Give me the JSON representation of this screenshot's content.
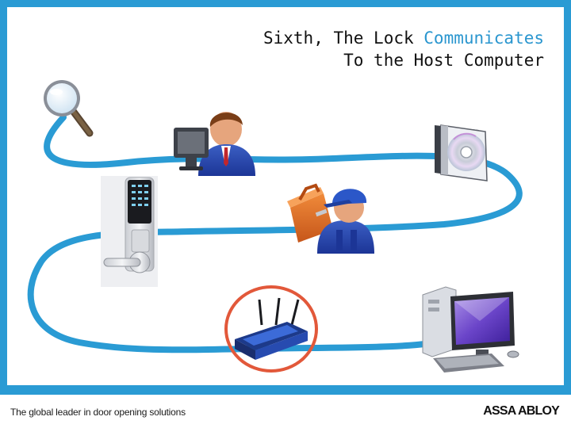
{
  "slide": {
    "title_prefix": "Sixth, The Lock ",
    "title_highlight": "Communicates",
    "title_line2": "To the Host Computer",
    "highlight_color": "#2a96cf",
    "path_color": "#2a9bd4",
    "frame_color": "#2a9bd4",
    "circle_color": "#e2583a"
  },
  "footer": {
    "tagline": "The global leader in door opening solutions",
    "brand": "ASSA ABLOY"
  },
  "icons": [
    "magnifier-icon",
    "office-user-icon",
    "software-cd-icon",
    "door-lock-icon",
    "technician-icon",
    "wireless-router-icon",
    "host-computer-icon"
  ]
}
